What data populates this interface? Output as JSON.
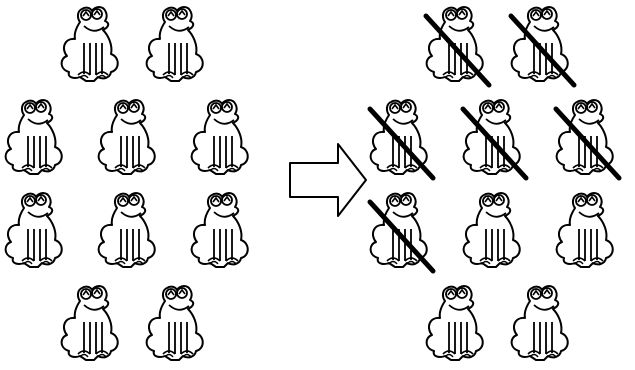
{
  "left_group": {
    "frog_count": 10,
    "crossed_out": 0
  },
  "arrow": {
    "direction": "right",
    "style": "hollow-outline"
  },
  "right_group": {
    "frog_count": 10,
    "crossed_out": 6
  },
  "icons": {
    "frog": "frog-icon",
    "cross": "cross-out-line"
  },
  "colors": {
    "ink": "#000000",
    "background": "#ffffff"
  }
}
